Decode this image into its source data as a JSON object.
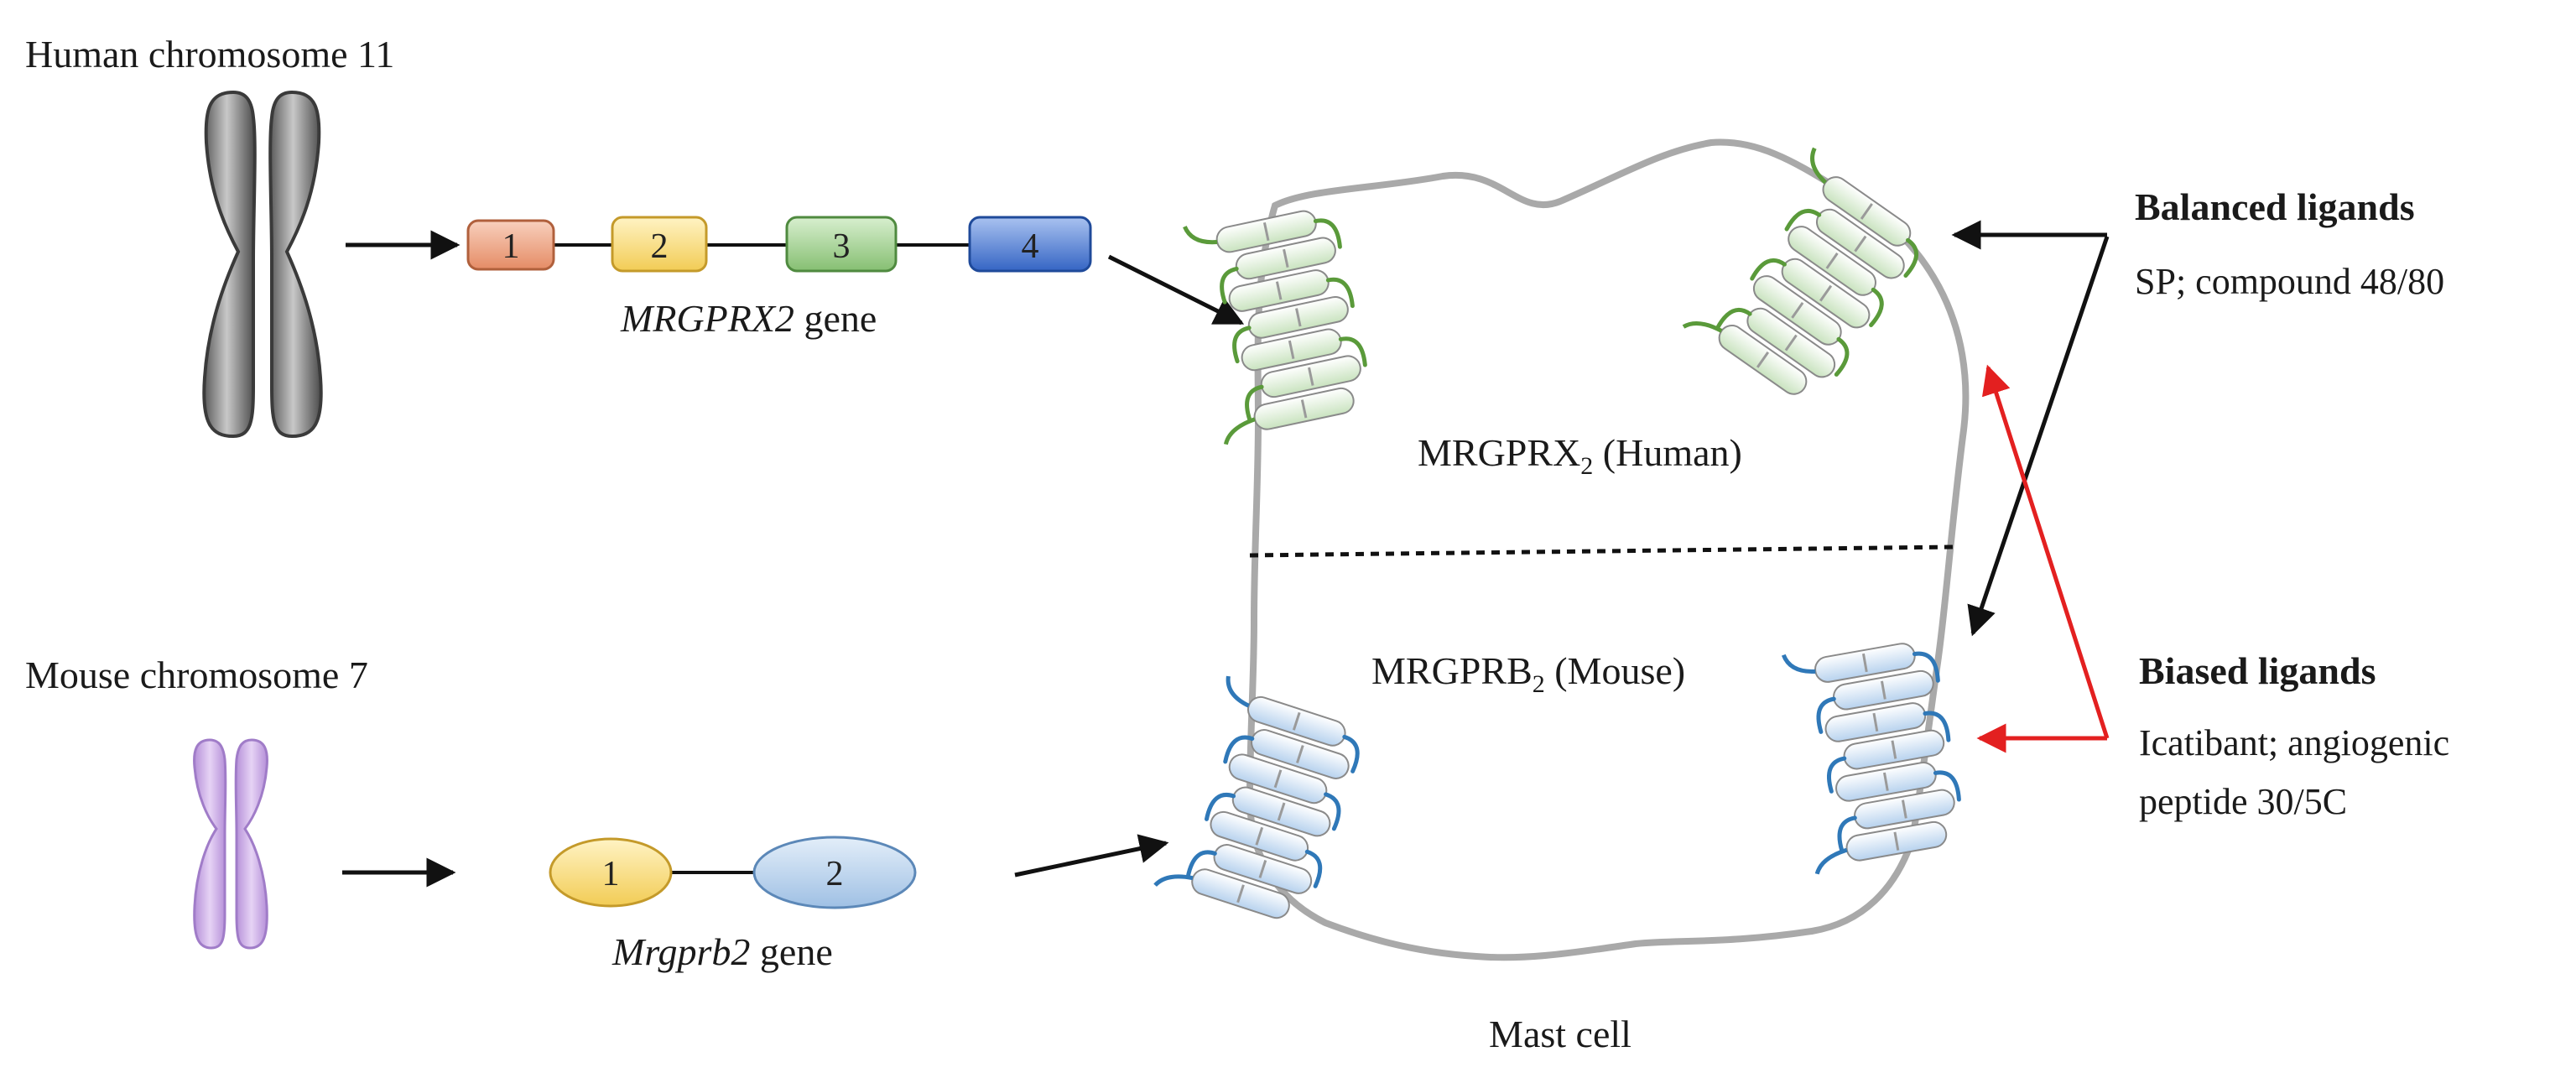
{
  "human": {
    "chromosome_label": "Human chromosome 11",
    "exons": [
      "1",
      "2",
      "3",
      "4"
    ],
    "gene_name": "MRGPRX2",
    "gene_suffix": " gene",
    "receptor_name": "MRGPRX",
    "receptor_sub": "2",
    "receptor_species": " (Human)"
  },
  "mouse": {
    "chromosome_label": "Mouse chromosome 7",
    "exons": [
      "1",
      "2"
    ],
    "gene_name": "Mrgprb2",
    "gene_suffix": " gene",
    "receptor_name": "MRGPRB",
    "receptor_sub": "2",
    "receptor_species": " (Mouse)"
  },
  "cell_label": "Mast cell",
  "balanced": {
    "title": "Balanced ligands",
    "examples": "SP; compound 48/80"
  },
  "biased": {
    "title": "Biased ligands",
    "examples_line1": "Icatibant; angiogenic",
    "examples_line2": "peptide 30/5C"
  },
  "colors": {
    "exon1_human": "#f2a98a",
    "exon2_human": "#fbe08c",
    "exon3_human": "#a9d39a",
    "exon4_human": "#5b86d6",
    "exon1_mouse": "#fbe08c",
    "exon2_mouse": "#b9d4ee",
    "human_receptor": "#5a9a3a",
    "mouse_receptor": "#2f78b8",
    "biased_arrow": "#e32020",
    "balanced_arrow": "#111111",
    "human_chromosome": "#8a8a8a",
    "mouse_chromosome": "#c9a6e6"
  }
}
